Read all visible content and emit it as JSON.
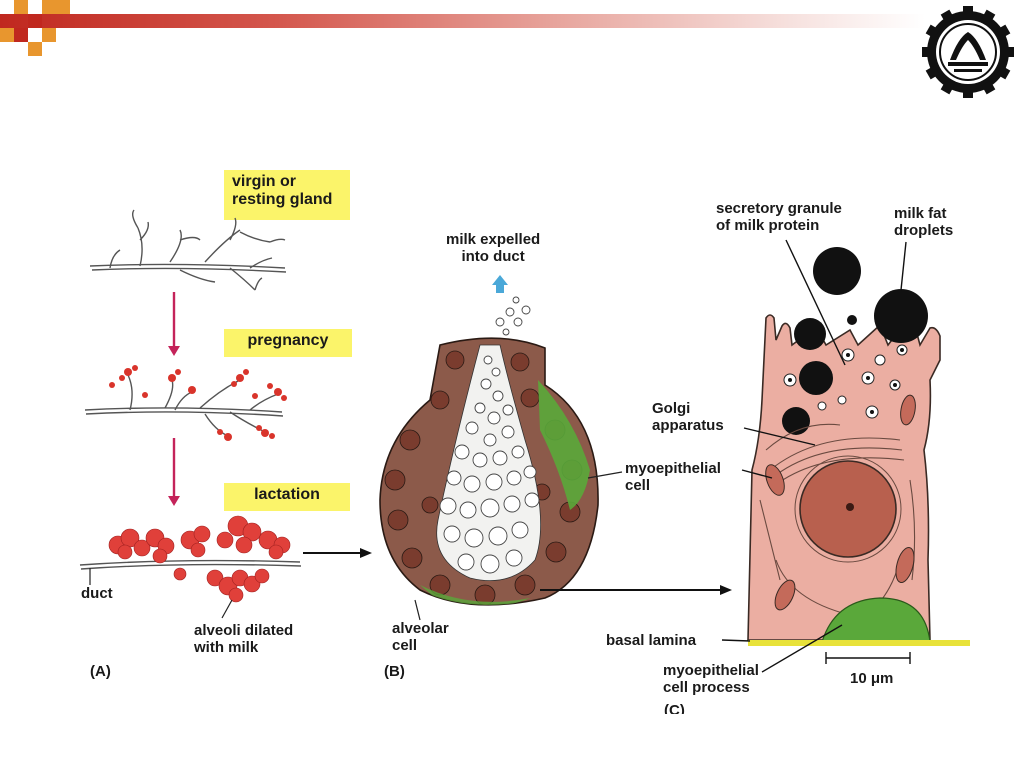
{
  "slide": {
    "decor_colors": [
      "#c0281f",
      "#e8962e"
    ],
    "logo": {
      "name": "university-seal",
      "icon": "gear-seal-icon"
    }
  },
  "panel_a": {
    "label": "(A)",
    "stages": [
      {
        "label": "virgin or\nresting gland"
      },
      {
        "label": "pregnancy"
      },
      {
        "label": "lactation"
      }
    ],
    "duct_label": "duct",
    "alveoli_label": "alveoli dilated\nwith milk",
    "arrow_color": "#c4235a"
  },
  "panel_b": {
    "label": "(B)",
    "milk_label": "milk expelled\ninto duct",
    "myoepithelial_label": "myoepithelial\ncell",
    "alveolar_label": "alveolar\ncell"
  },
  "panel_c": {
    "label": "(C)",
    "secretory_label": "secretory granule\nof milk protein",
    "milk_fat_label": "milk fat\ndroplets",
    "golgi_label": "Golgi\napparatus",
    "basal_lamina_label": "basal lamina",
    "myo_process_label": "myoepithelial\ncell process",
    "scale_label": "10 μm"
  },
  "colors": {
    "label_box": "#fbf46a",
    "cell_pink": "#ebaea2",
    "nucleus": "#b8604e",
    "myoepithelial_green": "#5aa83a",
    "basal_lamina": "#e8e23a",
    "milk_arrow": "#4aa8d8",
    "alveoli_red": "#e0403a"
  }
}
